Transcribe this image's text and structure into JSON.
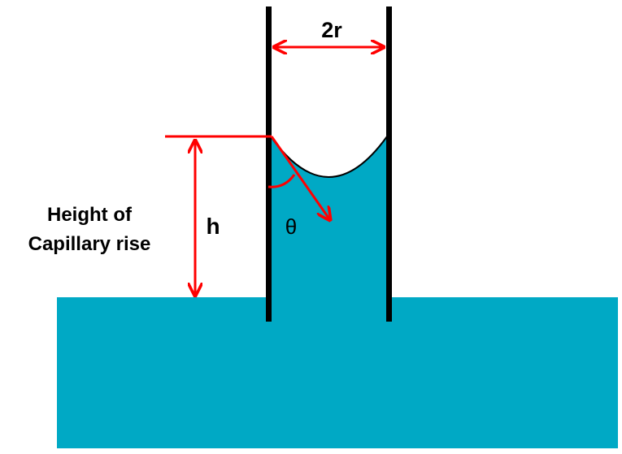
{
  "labels": {
    "diameter": "2r",
    "height_symbol": "h",
    "angle_symbol": "θ",
    "height_caption_line1": "Height of",
    "height_caption_line2": "Capillary rise"
  },
  "colors": {
    "liquid": "#00A9C5",
    "tube_wall": "#000000",
    "annotation": "#FF0000"
  }
}
